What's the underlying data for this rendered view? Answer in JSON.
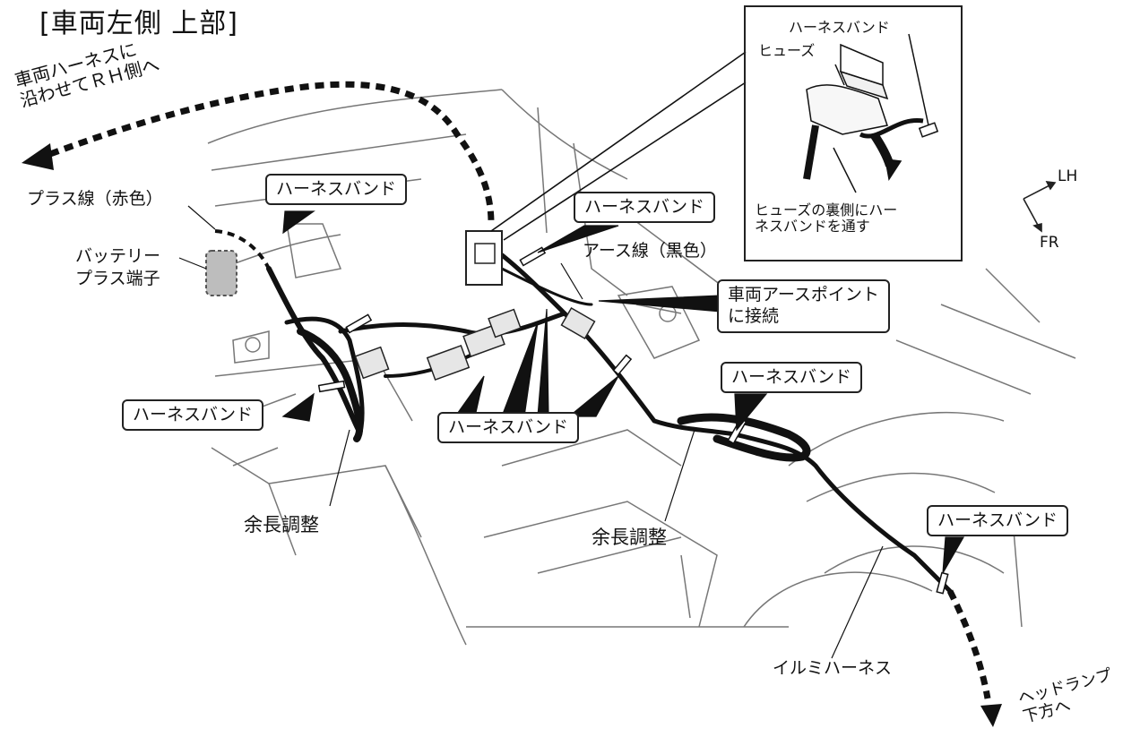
{
  "title": "[車両左側 上部]",
  "direction_labels": {
    "rh": [
      "車両ハーネスに",
      "沿わせてＲＨ側へ"
    ],
    "headlamp": [
      "ヘッドランプ",
      "下方へ"
    ]
  },
  "orientation": {
    "lh": "LH",
    "fr": "FR"
  },
  "inset": {
    "band_label": "ハーネスバンド",
    "fuse_label": "ヒューズ",
    "note": [
      "ヒューズの裏側にハー",
      "ネスバンドを通す"
    ]
  },
  "labels": {
    "plus_wire": "プラス線（赤色）",
    "battery_terminal": [
      "バッテリー",
      "プラス端子"
    ],
    "earth_wire": "アース線（黒色）",
    "slack_left": "余長調整",
    "slack_center": "余長調整",
    "illumi_harness": "イルミハーネス"
  },
  "boxes": {
    "band_top_left": "ハーネスバンド",
    "band_top_mid": "ハーネスバンド",
    "earth_point": [
      "車両アースポイント",
      "に接続"
    ],
    "band_left": "ハーネスバンド",
    "band_center": "ハーネスバンド",
    "band_right_mid": "ハーネスバンド",
    "band_right": "ハーネスバンド"
  }
}
